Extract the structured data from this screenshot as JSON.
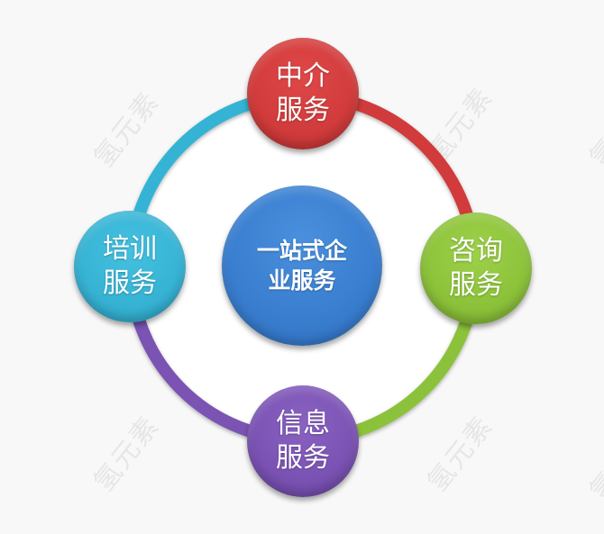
{
  "diagram": {
    "type": "hub-and-ring",
    "center": {
      "line1": "一站式企",
      "line2": "业服务",
      "color": "#3a7fd0"
    },
    "nodes": [
      {
        "id": "top",
        "line1": "中介",
        "line2": "服务",
        "color": "#d13b3b"
      },
      {
        "id": "right",
        "line1": "咨询",
        "line2": "服务",
        "color": "#8cc23a"
      },
      {
        "id": "bottom",
        "line1": "信息",
        "line2": "服务",
        "color": "#7a52b3"
      },
      {
        "id": "left",
        "line1": "培训",
        "line2": "服务",
        "color": "#36b3d4"
      }
    ],
    "ring_segments": [
      {
        "from": "top",
        "to": "right",
        "color": "#d13b3b"
      },
      {
        "from": "right",
        "to": "bottom",
        "color": "#8cc23a"
      },
      {
        "from": "bottom",
        "to": "left",
        "color": "#7a52b3"
      },
      {
        "from": "left",
        "to": "top",
        "color": "#36b3d4"
      }
    ]
  },
  "watermark": {
    "text": "氢元素"
  }
}
